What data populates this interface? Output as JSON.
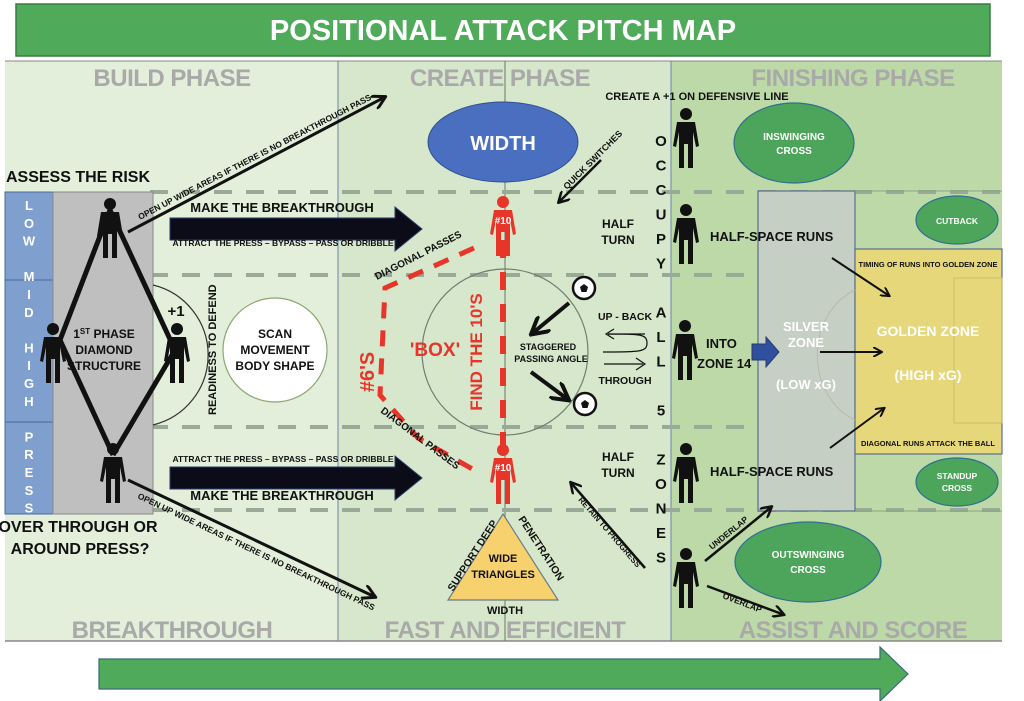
{
  "title": "POSITIONAL ATTACK PITCH MAP",
  "colors": {
    "title_bar": "#4faa5a",
    "build_bg": "#e3eedb",
    "create_bg": "#d6e7cc",
    "finish_bg": "#bdd9a8",
    "press_strip": "#7f9fcf",
    "diamond_box": "#bfbfbf",
    "width_oval": "#4a6fc0",
    "green_oval": "#4ca55a",
    "red_accent": "#e8352a",
    "golden_zone": "#e6d77a",
    "silver_zone": "#c6cfc4",
    "triangle": "#f7d16e",
    "phase_text": "#a9a9a9"
  },
  "phases": {
    "top": [
      "BUILD PHASE",
      "CREATE PHASE",
      "FINISHING PHASE"
    ],
    "bottom": [
      "BREAKTHROUGH",
      "FAST AND EFFICIENT",
      "ASSIST AND SCORE"
    ]
  },
  "build": {
    "assess": "ASSESS THE RISK",
    "press_strip": [
      "LOW",
      "MID",
      "HIGH",
      "PRESS?"
    ],
    "press_strip_letters": "L O W M I D H I G H P R E S S ?",
    "diamond_label": [
      "1ST PHASE",
      "DIAMOND",
      "STRUCTURE"
    ],
    "diamond_sup": "ST",
    "plus_one": "+1",
    "readiness": "READINESS TO DEFEND",
    "scan": [
      "SCAN",
      "MOVEMENT",
      "BODY SHAPE"
    ],
    "over_through": [
      "OVER  THROUGH OR",
      "AROUND PRESS?"
    ],
    "open_up_top": "OPEN UP WIDE AREAS IF THERE IS NO BREAKTHROUGH PASS",
    "open_up_bottom": "OPEN UP WIDE AREAS IF THERE IS NO BREAKTHROUGH PASS",
    "make_breakthrough": "MAKE THE BREAKTHROUGH",
    "attract": "ATTRACT THE PRESS – BYPASS – PASS OR DRIBBLE"
  },
  "create": {
    "width_oval": "WIDTH",
    "number_ten": "#10",
    "sixes": "#6'S",
    "box": "'BOX'",
    "find_tens": "FIND THE 10'S",
    "diagonal_passes": "DIAGONAL PASSES",
    "staggered": [
      "STAGGERED",
      "PASSING ANGLE"
    ],
    "up_back": "UP - BACK",
    "through": "THROUGH",
    "quick_switches": "QUICK SWITCHES",
    "half_turn": [
      "HALF",
      "TURN"
    ],
    "retain": "RETAIN TO PROGRESS",
    "triangle": [
      "WIDE",
      "TRIANGLES"
    ],
    "support_deep": "SUPPORT DEEP",
    "penetration": "PENETRATION",
    "tri_width": "WIDTH",
    "create_plus_one": "CREATE A +1 ON DEFENSIVE LINE",
    "occupy_letters": [
      "O",
      "C",
      "C",
      "U",
      "P",
      "Y",
      "",
      "A",
      "L",
      "L",
      "",
      "5",
      "",
      "Z",
      "O",
      "N",
      "E",
      "S"
    ]
  },
  "finish": {
    "inswinging": [
      "INSWINGING",
      "CROSS"
    ],
    "outswinging": [
      "OUTSWINGING",
      "CROSS"
    ],
    "cutback": "CUTBACK",
    "standup": [
      "STANDUP",
      "CROSS"
    ],
    "half_space_runs": "HALF-SPACE RUNS",
    "into_zone": [
      "INTO",
      "ZONE 14"
    ],
    "silver": [
      "SILVER",
      "ZONE",
      "(LOW xG)"
    ],
    "golden": [
      "GOLDEN ZONE",
      "(HIGH xG)"
    ],
    "timing": "TIMING OF RUNS INTO GOLDEN ZONE",
    "diagonal_runs": "DIAGONAL RUNS ATTACK THE BALL",
    "underlap": "UNDERLAP",
    "overlap": "OVERLAP"
  }
}
